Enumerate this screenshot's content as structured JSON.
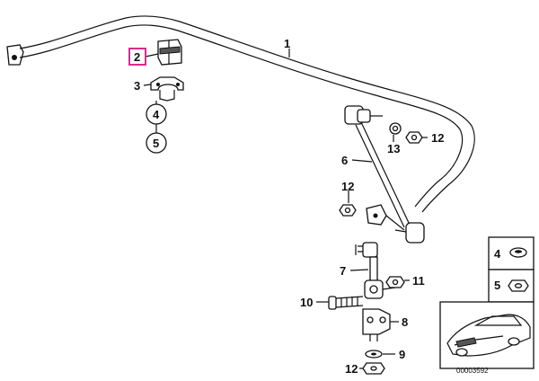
{
  "callouts": [
    {
      "id": "c1",
      "text": "1"
    },
    {
      "id": "c2",
      "text": "2",
      "highlight_color": "#e0288c"
    },
    {
      "id": "c3",
      "text": "3"
    },
    {
      "id": "c4",
      "text": "4"
    },
    {
      "id": "c5",
      "text": "5"
    },
    {
      "id": "c6",
      "text": "6"
    },
    {
      "id": "c7",
      "text": "7"
    },
    {
      "id": "c8",
      "text": "8"
    },
    {
      "id": "c9",
      "text": "9"
    },
    {
      "id": "c10",
      "text": "10"
    },
    {
      "id": "c11",
      "text": "11"
    },
    {
      "id": "c12a",
      "text": "12"
    },
    {
      "id": "c12b",
      "text": "12"
    },
    {
      "id": "c12c",
      "text": "12"
    },
    {
      "id": "c13",
      "text": "13"
    }
  ],
  "legend": {
    "item4": "4",
    "item5": "5"
  },
  "inset": {
    "code": "00003592"
  },
  "colors": {
    "line": "#111111",
    "highlight": "#e0288c",
    "part_fill": "#ffffff"
  }
}
